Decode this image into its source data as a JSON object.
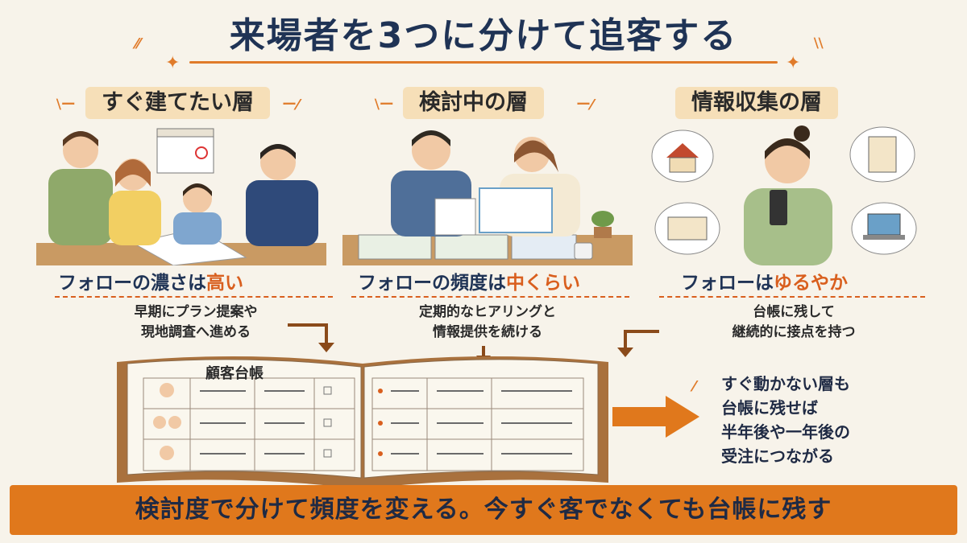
{
  "title": "来場者を3つに分けて追客する",
  "columns": [
    {
      "label": "すぐ建てたい層",
      "follow_prefix": "フォローの濃さは",
      "follow_accent": "高い",
      "desc_line1": "早期にプラン提案や",
      "desc_line2": "現地調査へ進める"
    },
    {
      "label": "検討中の層",
      "follow_prefix": "フォローの頻度は",
      "follow_accent": "中くらい",
      "desc_line1": "定期的なヒアリングと",
      "desc_line2": "情報提供を続ける"
    },
    {
      "label": "情報収集の層",
      "follow_prefix": "フォローは",
      "follow_accent": "ゆるやか",
      "desc_line1": "台帳に残して",
      "desc_line2": "継続的に接点を持つ"
    }
  ],
  "ledger_title": "顧客台帳",
  "right_message": {
    "line1": "すぐ動かない層も",
    "line2": "台帳に残せば",
    "line3": "半年後や一年後の",
    "line4": "受注につながる"
  },
  "banner": "検討度で分けて頻度を変える。今すぐ客でなくても台帳に残す",
  "colors": {
    "accent": "#e0781c",
    "navy": "#1f3355",
    "label_bg": "#f6dfb8",
    "background": "#f7f3ea"
  },
  "icons": [
    "sparkle-icon",
    "calendar-icon",
    "house-icon",
    "clipboard-icon",
    "open-book-icon",
    "laptop-icon",
    "smartphone-icon",
    "arrow-right-icon",
    "arrow-down-icon"
  ]
}
